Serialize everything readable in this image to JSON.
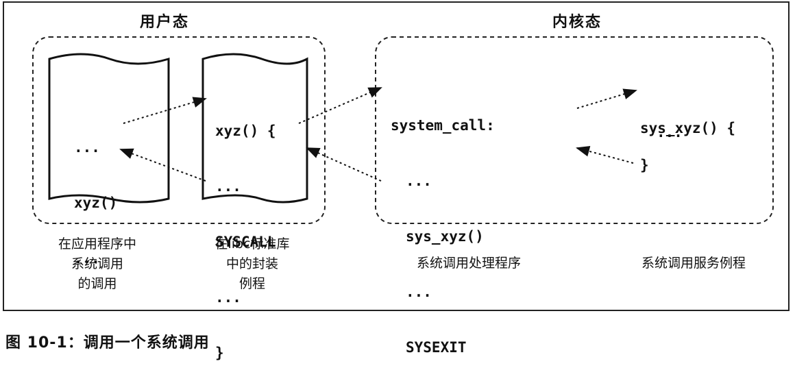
{
  "regions": {
    "user_mode": "用户态",
    "kernel_mode": "内核态"
  },
  "app_program": {
    "line1": "...",
    "line2": "xyz()",
    "line3": "..."
  },
  "libc_wrapper": {
    "line1": "xyz() {",
    "line2": "...",
    "line3": "SYSCALL",
    "line4": "...",
    "line5": "}"
  },
  "system_call_handler": {
    "line1": "system_call:",
    "line2": "...",
    "line3": "sys_xyz()",
    "line4": "...",
    "line5": "SYSEXIT"
  },
  "service_routine": {
    "line1": "sys_xyz() {",
    "line2": "...",
    "line3": "}"
  },
  "captions": {
    "app": [
      "在应用程序中",
      "系统调用",
      "的调用"
    ],
    "libc": [
      "在libc标准库",
      "中的封装",
      "例程"
    ],
    "handler": "系统调用处理程序",
    "service": "系统调用服务例程"
  },
  "figure_caption": "图 10-1：调用一个系统调用"
}
